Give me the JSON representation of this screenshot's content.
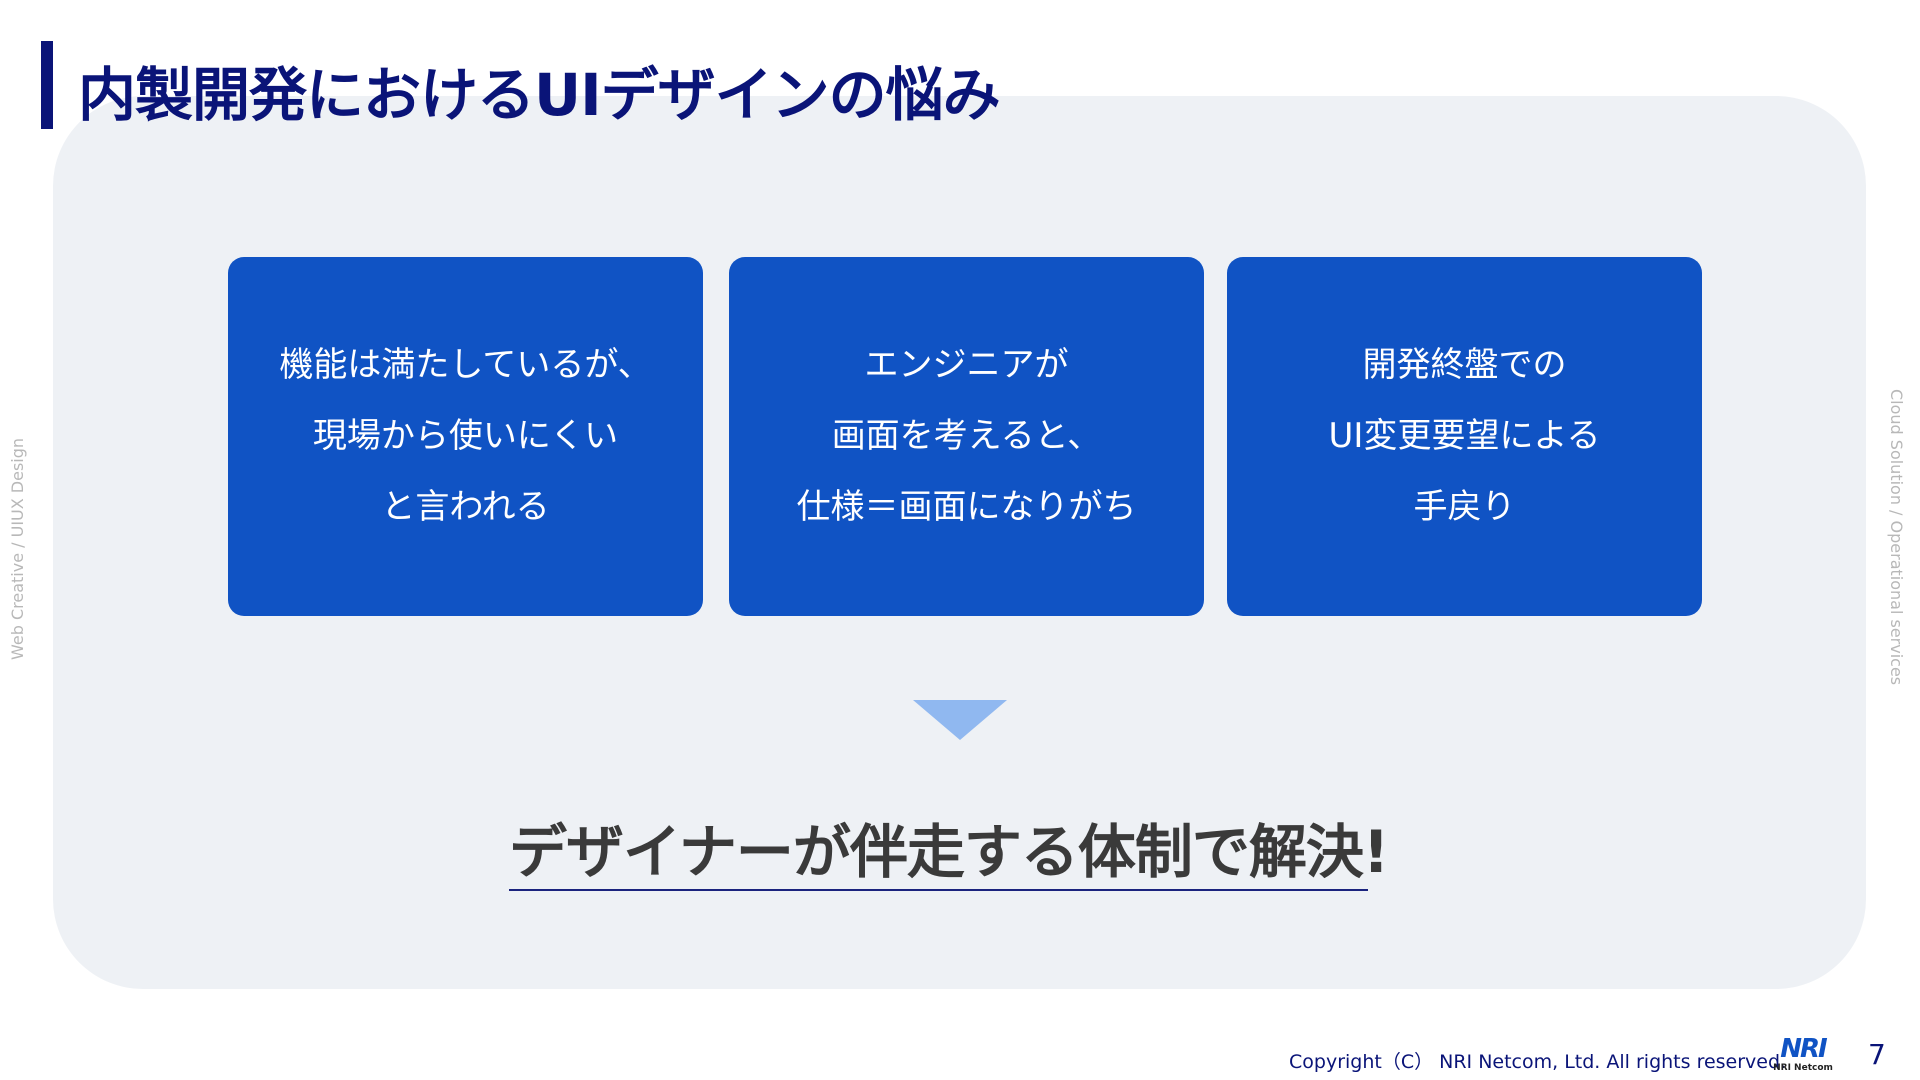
{
  "title": "内製開発におけるUIデザインの悩み",
  "cards": [
    {
      "lines": [
        "機能は満たしているが、",
        "現場から使いにくい",
        "と言われる"
      ]
    },
    {
      "lines": [
        "エンジニアが",
        "画面を考えると、",
        "仕様＝画面になりがち"
      ]
    },
    {
      "lines": [
        "開発終盤での",
        "UI変更要望による",
        "手戻り"
      ]
    }
  ],
  "solution": "デザイナーが伴走する体制で解決!",
  "side_left": "Web Creative  /  UIUX Design",
  "side_right": "Cloud Solution  /  Operational services",
  "footer": {
    "copyright": "Copyright（C） NRI Netcom, Ltd. All rights reserved.",
    "logo_mark": "NRI",
    "logo_text": "NRI Netcom",
    "page_number": "7"
  },
  "colors": {
    "title": "#0a1478",
    "card": "#1053c4",
    "arrow": "#90b8f0",
    "panel": "#eef1f5"
  }
}
